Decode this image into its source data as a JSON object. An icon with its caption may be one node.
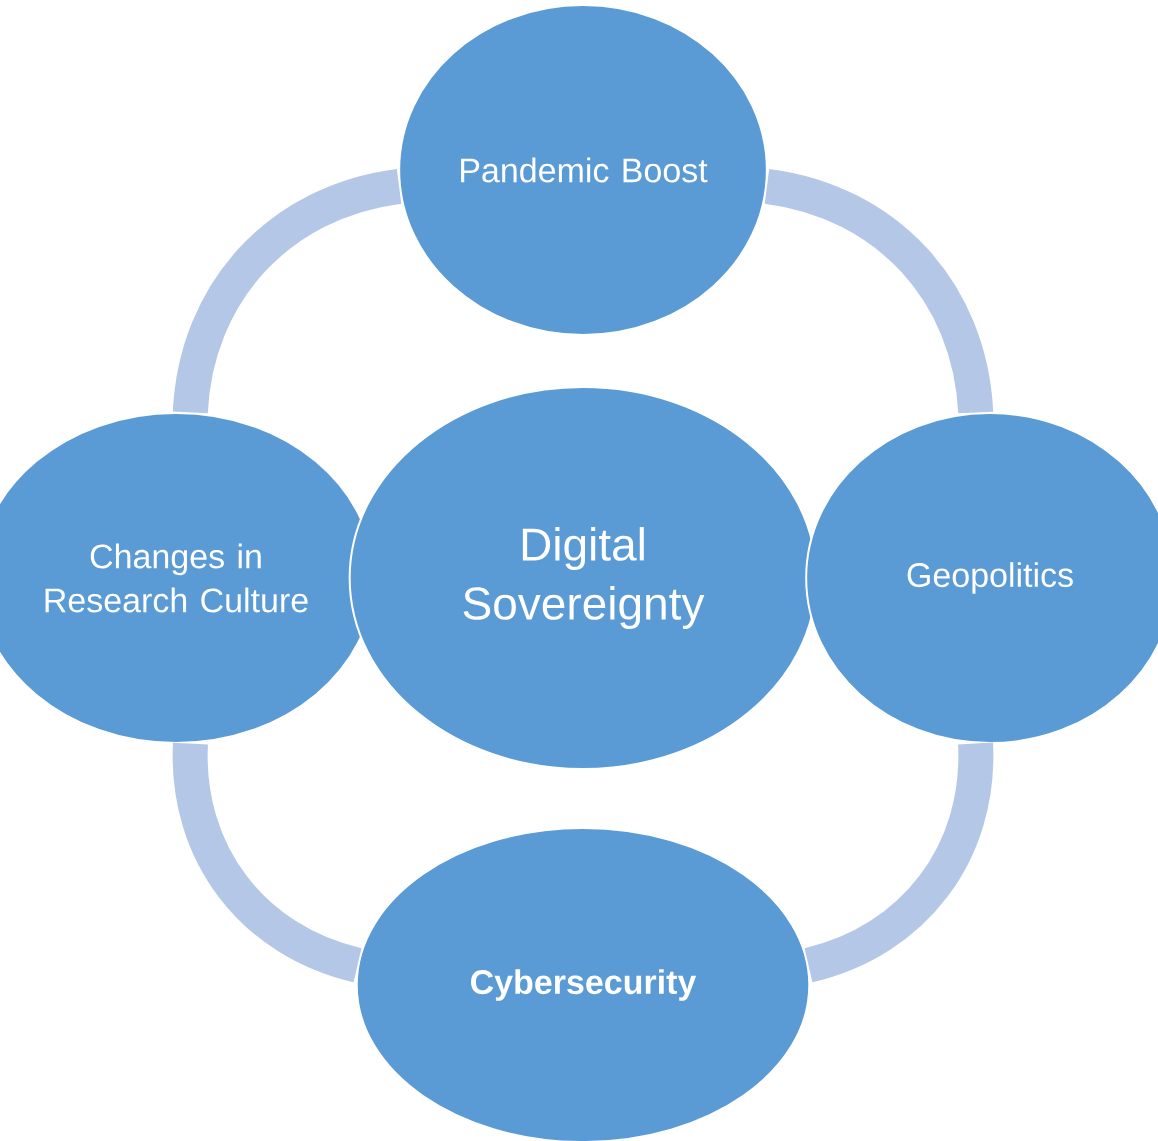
{
  "diagram": {
    "nodes": [
      {
        "text": [
          "Pandemic Boost"
        ]
      },
      {
        "text": [
          "Changes in Research Culture"
        ]
      },
      {
        "text": [
          "Digital Sovereignty"
        ]
      },
      {
        "text": [
          "Geopolitics"
        ]
      },
      {
        "text": [
          "Cybersecurity"
        ]
      }
    ],
    "edges": [
      {
        "from": 0,
        "to": 3,
        "arrow": "none"
      },
      {
        "from": 3,
        "to": 4,
        "arrow": "none"
      },
      {
        "from": 4,
        "to": 1,
        "arrow": "none"
      },
      {
        "from": 1,
        "to": 0,
        "arrow": "none"
      }
    ]
  }
}
